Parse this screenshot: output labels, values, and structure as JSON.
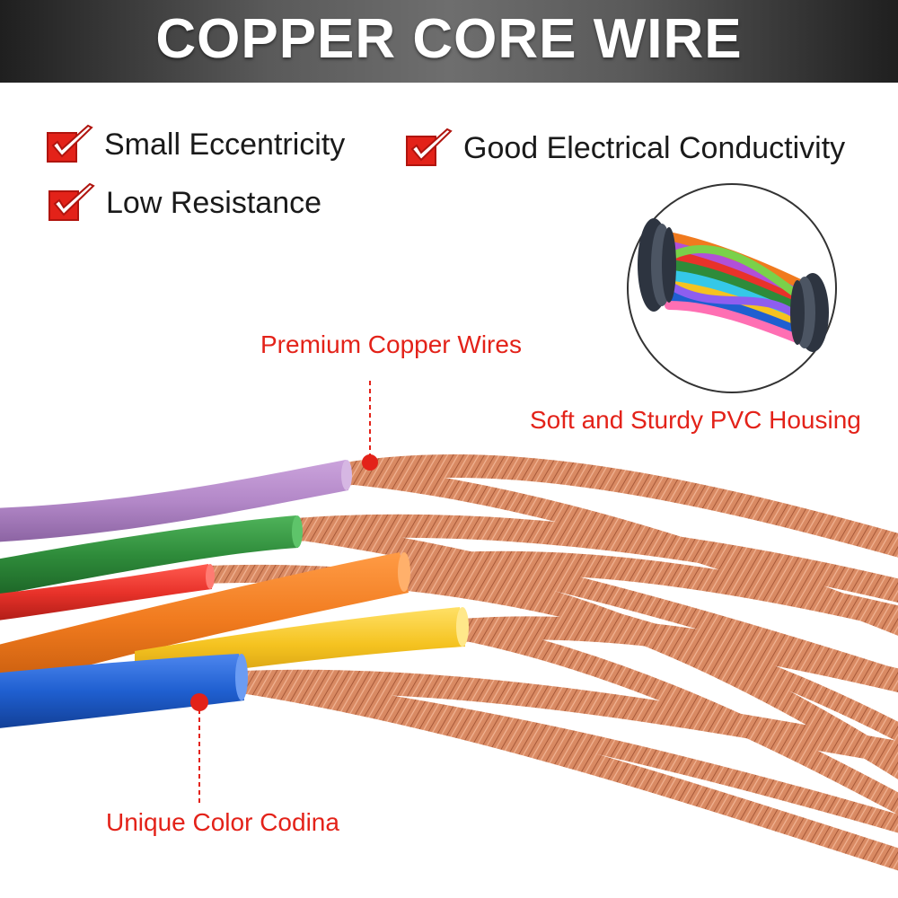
{
  "banner": {
    "title": "COPPER CORE WIRE"
  },
  "features": [
    {
      "label": "Small Eccentricity",
      "icon": "red-checkbox-icon"
    },
    {
      "label": "Good Electrical Conductivity",
      "icon": "red-checkbox-icon"
    },
    {
      "label": "Low Resistance",
      "icon": "red-checkbox-icon"
    }
  ],
  "callouts": {
    "copper": "Premium Copper Wires",
    "pvc": "Soft and Sturdy PVC Housing",
    "color": "Unique Color Codina"
  },
  "colors": {
    "accent": "#e32219",
    "purple": "#b388c8",
    "green": "#2e8b3a",
    "red": "#e8322a",
    "orange": "#f07a1e",
    "yellow": "#f5c320",
    "blue": "#1f5fd0",
    "copper": "#d98a63"
  }
}
